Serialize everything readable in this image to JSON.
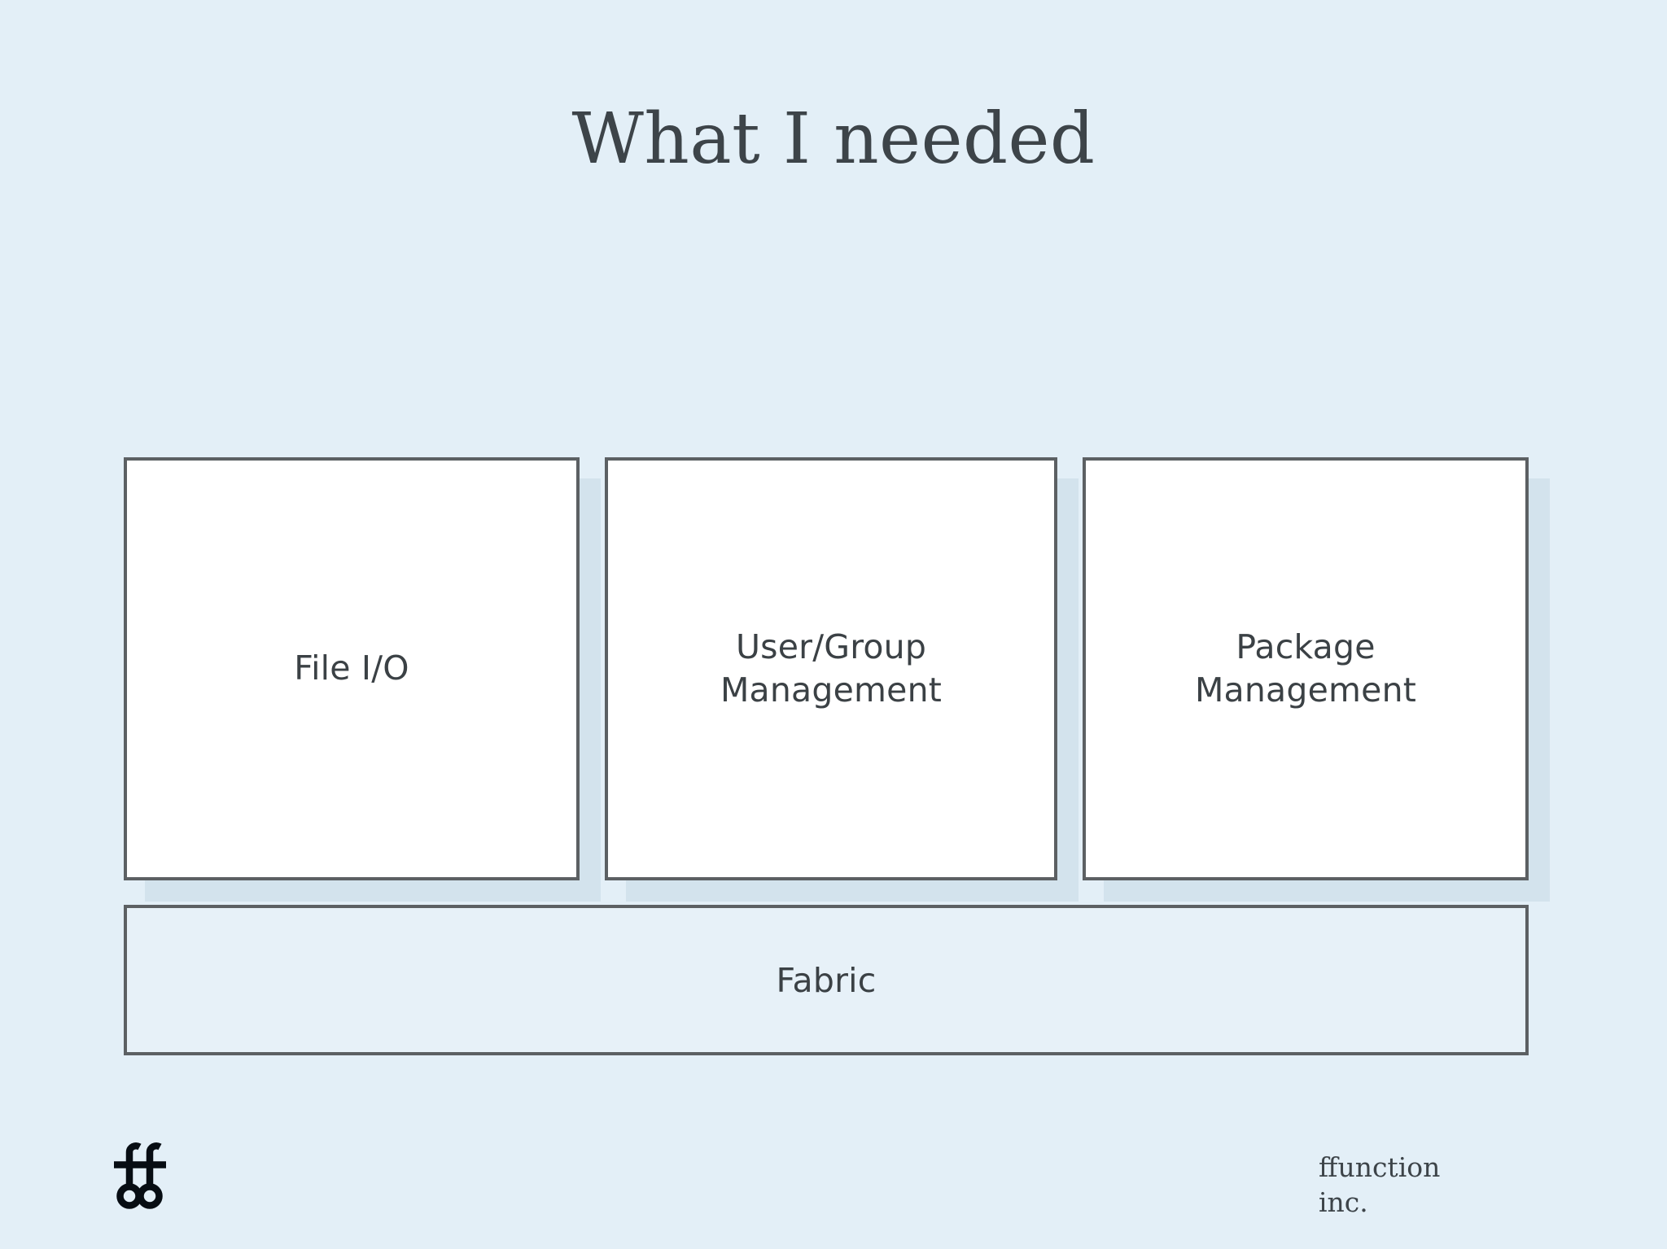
{
  "slide": {
    "title": "What I needed",
    "background_color": "#e3eff7",
    "text_color": "#3d4449",
    "border_color": "#5c6063",
    "box_fill_color": "#ffffff"
  },
  "diagram": {
    "type": "layered-architecture",
    "components": [
      {
        "label": "File I/O",
        "icon": "box-icon"
      },
      {
        "label": "User/Group\nManagement",
        "icon": "box-icon"
      },
      {
        "label": "Package\nManagement",
        "icon": "box-icon"
      }
    ],
    "foundation": {
      "label": "Fabric",
      "fill_color": "#e7f1f8"
    }
  },
  "footer": {
    "logo_alt": "ffunction ff-ligature logo",
    "wordmark_line_1": "ffunction",
    "wordmark_line_2": "inc."
  }
}
